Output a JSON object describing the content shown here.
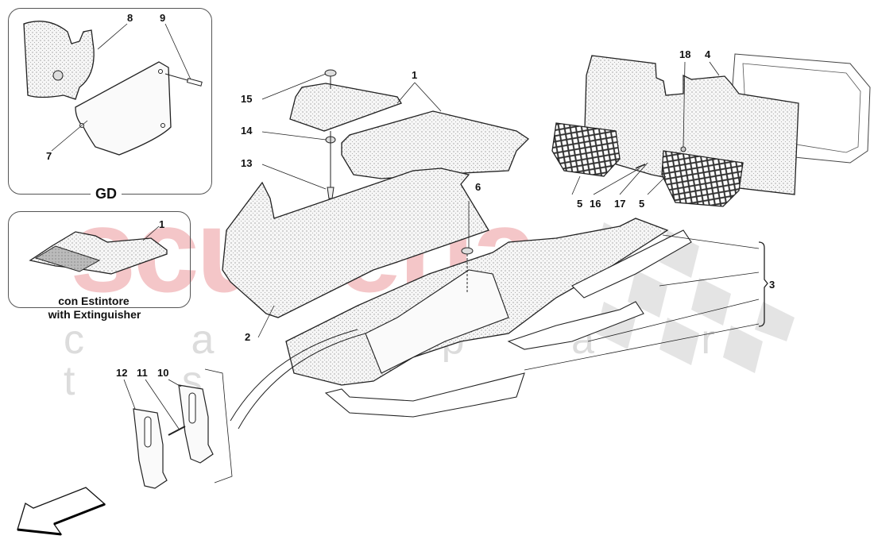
{
  "diagram": {
    "subject": "Floor carpeting / interior mats exploded parts diagram",
    "watermark": {
      "brand": "scuderia",
      "tagline": "c  a  r     p  a  r  t  s",
      "brand_color": "#f4c6c8",
      "tagline_color": "#dcdcdc",
      "checker_color": "#e2e2e2"
    },
    "insets": [
      {
        "id": "gd",
        "title": "GD",
        "callouts": [
          "8",
          "9",
          "7"
        ]
      },
      {
        "id": "extinguisher",
        "title_line1": "con Estintore",
        "title_line2": "with Extinguisher",
        "callouts": [
          "1"
        ]
      }
    ],
    "callouts": {
      "c1_top": "1",
      "c1_inset": "1",
      "c2": "2",
      "c3": "3",
      "c4": "4",
      "c5_left": "5",
      "c5_right": "5",
      "c6": "6",
      "c7": "7",
      "c8": "8",
      "c9": "9",
      "c10": "10",
      "c11": "11",
      "c12": "12",
      "c13": "13",
      "c14": "14",
      "c15": "15",
      "c16": "16",
      "c17": "17",
      "c18": "18"
    },
    "direction_arrow": "front-direction-arrow",
    "colors": {
      "line": "#222222",
      "carpet_fill": "#f4f4f4",
      "net": "#333333"
    }
  }
}
